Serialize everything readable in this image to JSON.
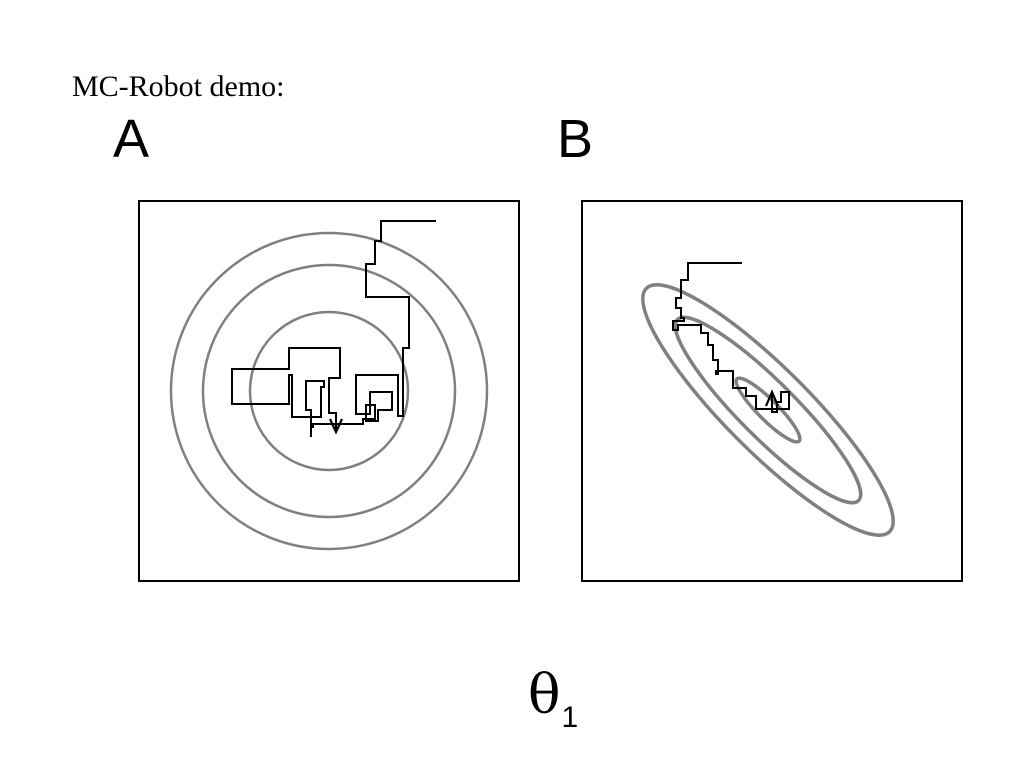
{
  "title": "MC-Robot demo:",
  "panels": [
    {
      "letter": "A",
      "contour_type": "concentric circles",
      "contour_color": "#808080",
      "path_color": "#000000",
      "arrow_direction": "down"
    },
    {
      "letter": "B",
      "contour_type": "tilted ellipses",
      "contour_color": "#808080",
      "path_color": "#000000",
      "arrow_direction": "up"
    }
  ],
  "axis_label": {
    "symbol": "θ",
    "subscript": "1"
  }
}
